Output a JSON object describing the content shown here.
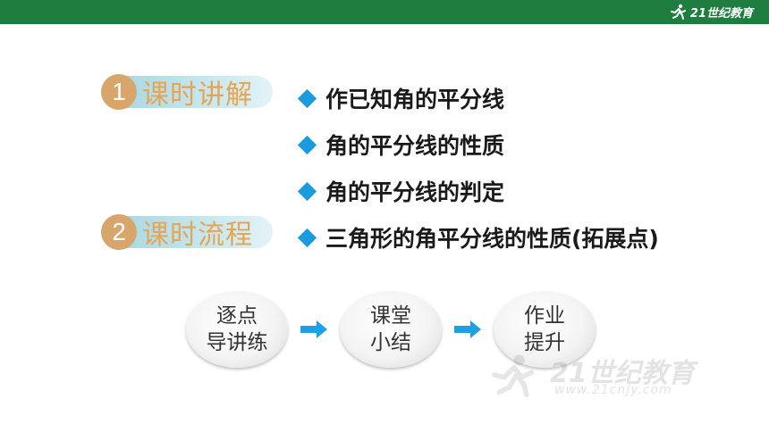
{
  "header": {
    "logo_text": "21世纪教育",
    "accent_color": "#1f7d3f"
  },
  "sections": [
    {
      "number": "1",
      "label": "课时讲解"
    },
    {
      "number": "2",
      "label": "课时流程"
    }
  ],
  "bullets": [
    "作已知角的平分线",
    "角的平分线的性质",
    "角的平分线的判定",
    "三角形的角平分线的性质(拓展点)"
  ],
  "flow": [
    {
      "line1": "逐点",
      "line2": "导讲练"
    },
    {
      "line1": "课堂",
      "line2": "小结"
    },
    {
      "line1": "作业",
      "line2": "提升"
    }
  ],
  "watermark": {
    "main": "21世纪教育",
    "url": "www.21cnjy.com"
  },
  "colors": {
    "pill_number": "#d8a66b",
    "pill_label": "#e6a455",
    "pill_bg": "#a9d8e2",
    "bullet": "#1a9be0",
    "arrow": "#1ea0e6"
  }
}
